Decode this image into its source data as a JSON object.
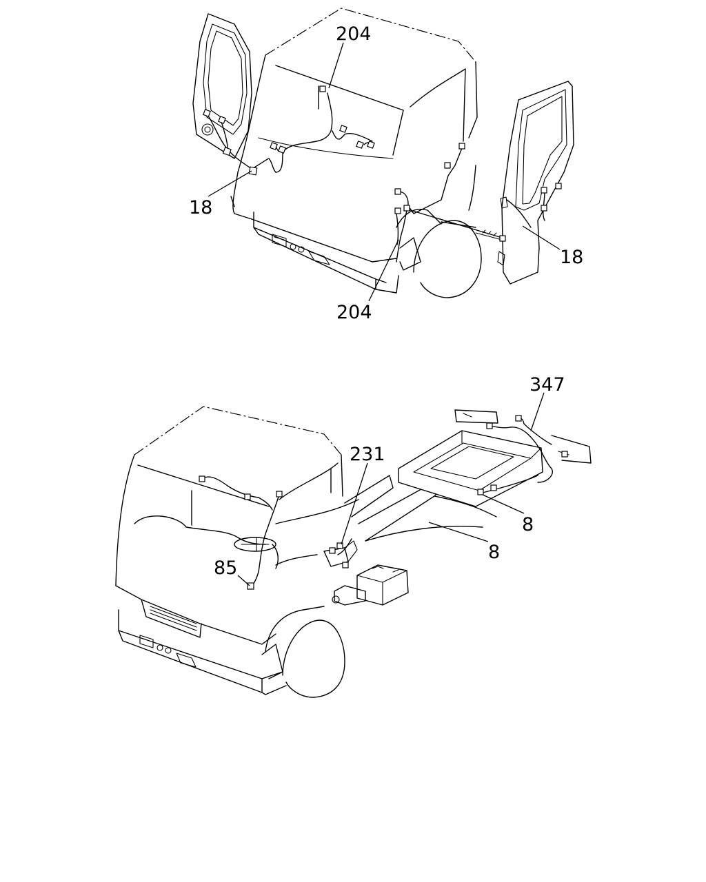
{
  "colors": {
    "line": "#000000",
    "background": "#ffffff"
  },
  "top_view": {
    "callouts": {
      "a": "204",
      "b": "18",
      "c": "204",
      "d": "18"
    }
  },
  "bottom_view": {
    "callouts": {
      "a": "347",
      "b": "231",
      "c": "8",
      "d": "8",
      "e": "85"
    }
  }
}
